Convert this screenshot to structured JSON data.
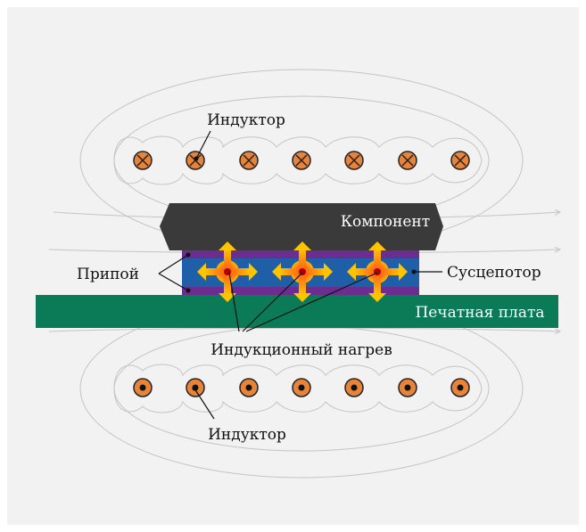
{
  "labels": {
    "inductor_top": "Индуктор",
    "inductor_bottom": "Индуктор",
    "component": "Компонент",
    "solder": "Припой",
    "susceptor": "Сусцепотор",
    "pcb": "Печатная плата",
    "induction_heating": "Индукционный нагрев"
  },
  "colors": {
    "component": "#3a3a3a",
    "pcb": "#0b7a57",
    "solder": "#6b2d8f",
    "susceptor": "#1f5fa8",
    "coil_fill": "#e8843a",
    "heat_arrow_outer": "#f5b400",
    "heat_arrow_inner": "#ff4a1a",
    "field_lines": "#c4c4c4"
  },
  "icons": {
    "coil_top": "current-into-page-icon",
    "coil_bottom": "current-out-of-page-icon",
    "heat": "four-way-heat-arrow-icon"
  }
}
